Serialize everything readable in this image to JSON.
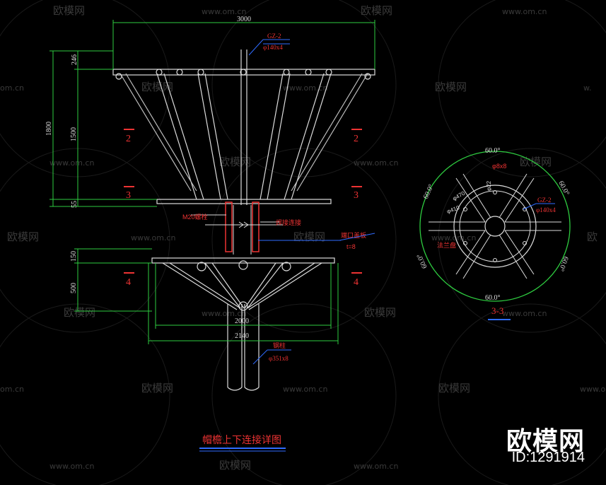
{
  "dims": {
    "top_width": "3000",
    "top_band": "246",
    "total_height": "1800",
    "mid_height": "1500",
    "bottom_band": "55",
    "lower_top_band": "150",
    "lower_height": "500",
    "lower_width_inner": "2000",
    "lower_width_outer": "2140"
  },
  "labels": {
    "gz2_a": "GZ-2",
    "pipe140_a": "φ140x4",
    "bolt_label": "M20螺栓",
    "weld_label": "焊接连接",
    "plate_label": "端口盖板",
    "plate_thk": "t=8",
    "column_label": "钢柱",
    "column_pipe": "φ351x8",
    "gz2_b": "GZ-2",
    "pipe140_b": "φ140x4",
    "flange_label": "法兰盘",
    "d470": "φ470",
    "d410": "φ410",
    "d22": "φ22",
    "d8": "φ8x8"
  },
  "sections": {
    "s2": "2",
    "s3": "3",
    "s4": "4",
    "s33": "3-3"
  },
  "angles": {
    "top": "60.0°",
    "bottom": "60.0°",
    "upper_left": "60.0°",
    "upper_right": "60.0°",
    "lower_left": "60.0°",
    "lower_right": "60.0°"
  },
  "title": "帽檐上下连接详图",
  "watermark": {
    "site": "www.om.cn",
    "brand": "欧模网"
  },
  "logo": {
    "brand": "欧模网",
    "id": "ID:1291914"
  }
}
